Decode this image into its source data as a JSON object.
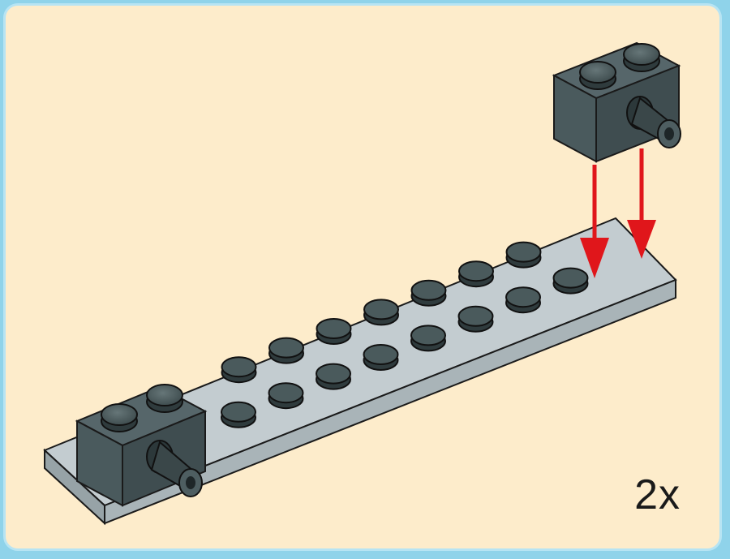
{
  "instruction": {
    "count_label": "2x"
  },
  "colors": {
    "background_frame": "#8fd3ea",
    "panel": "#fdeccb",
    "plate": "#b9c3c8",
    "stud": "#4a5a5c",
    "brick": "#4a5a5c",
    "arrow": "#e0161b"
  },
  "parts": [
    {
      "name": "plate-2x10",
      "color": "light-gray"
    },
    {
      "name": "brick-1x2-with-pin",
      "color": "dark-gray"
    }
  ],
  "icons": [
    "down-arrow-icon",
    "down-arrow-icon"
  ]
}
